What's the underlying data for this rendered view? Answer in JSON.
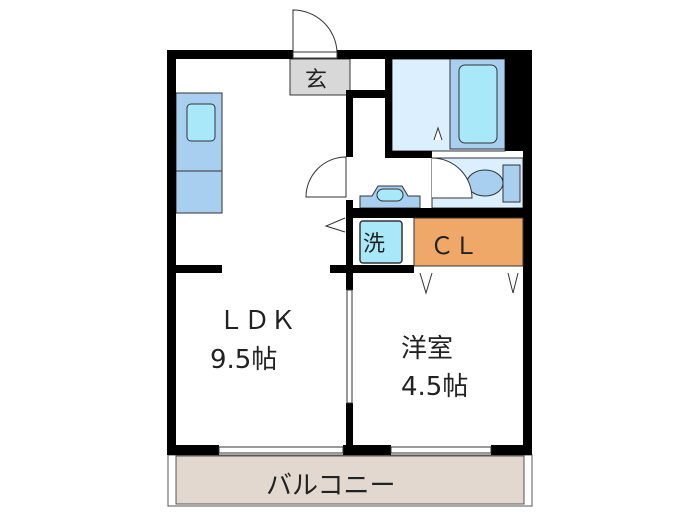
{
  "plan": {
    "rooms": {
      "ldk_name": "ＬＤＫ",
      "ldk_size": "9.5帖",
      "western_name": "洋室",
      "western_size": "4.5帖",
      "balcony": "バルコニー",
      "closet": "ＣＬ",
      "entrance": "玄",
      "laundry": "洗"
    },
    "colors": {
      "wall": "#000000",
      "fixture_blue": "#a8cef0",
      "water_cyan": "#a8e8f8",
      "bath_pale": "#dcefff",
      "closet_orange": "#f0a868",
      "entrance_gray": "#d8d8d8",
      "balcony_beige": "#e2d8cf"
    }
  }
}
